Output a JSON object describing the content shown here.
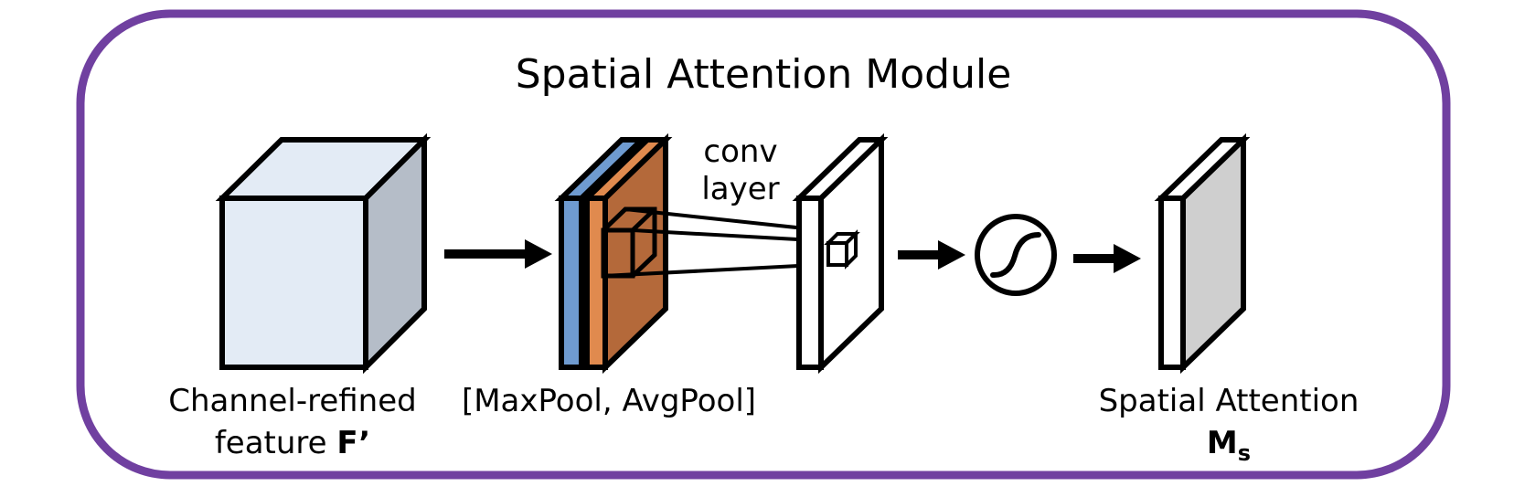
{
  "title": "Spatial Attention Module",
  "conv_label": {
    "line1": "conv",
    "line2": "layer"
  },
  "input_label": {
    "line1": "Channel-refined",
    "line2_prefix": "feature ",
    "line2_symbol": "F’"
  },
  "pool_label": "[MaxPool, AvgPool]",
  "output_label": {
    "line1": "Spatial Attention",
    "symbol": "M",
    "subscript": "s"
  },
  "icons": [
    "sigmoid-icon",
    "arrow-right-icon"
  ],
  "colors": {
    "frame": "#7040A0",
    "input_cube_front": "#E3EBF5",
    "input_cube_top": "#E3EBF5",
    "input_cube_side": "#B5BDC8",
    "maxpool_slab": "#6F9BD0",
    "avgpool_slab_front": "#E08A4E",
    "avgpool_slab_side": "#B4693A",
    "output_map_side": "#CFCFCF"
  }
}
